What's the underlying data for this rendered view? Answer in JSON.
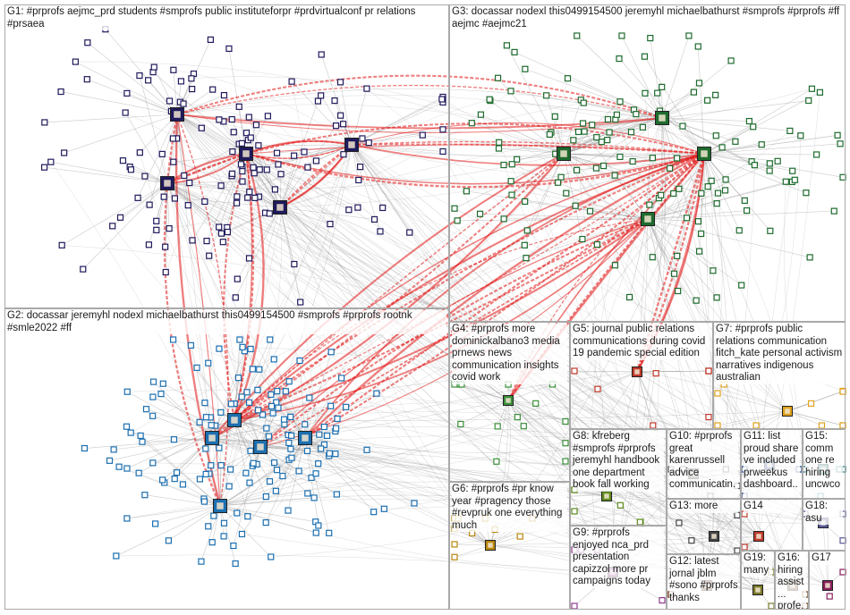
{
  "groups": [
    {
      "id": "G1",
      "label": "G1: #prprofs aejmc_prd students #smprofs public instituteforpr #prdvirtualconf pr relations #prsaea",
      "color": "#1f1a5c"
    },
    {
      "id": "G2",
      "label": "G2: docassar jeremyhl nodexl michaelbathurst this0499154500 #smprofs #prprofs rootnk #smle2022 #ff",
      "color": "#1c6fb0"
    },
    {
      "id": "G3",
      "label": "G3: docassar nodexl this0499154500 jeremyhl michaelbathurst #smprofs #prprofs #ff aejmc #aejmc21",
      "color": "#1e6b2e"
    },
    {
      "id": "G4",
      "label": "G4: #prprofs more dominickalbano3 media prnews news communication insights covid work",
      "color": "#3a8f3a"
    },
    {
      "id": "G5",
      "label": "G5: journal public relations communications during covid 19 pandemic special edition",
      "color": "#c0392b"
    },
    {
      "id": "G6",
      "label": "G6: #prprofs #pr know year #pragency those #revpruk one everything much",
      "color": "#b8860b"
    },
    {
      "id": "G7",
      "label": "G7: #prprofs public relations communication fitch_kate personal activism narratives indigenous australian",
      "color": "#e0a21b"
    },
    {
      "id": "G8",
      "label": "G8: kfreberg #smprofs #prprofs jeremyhl handbook one department book fall working",
      "color": "#5e8a1e"
    },
    {
      "id": "G9",
      "label": "G9: #prprofs enjoyed nca_prd presentation capizzol more pr campaigns today",
      "color": "#8e3a8e"
    },
    {
      "id": "G10",
      "label": "G10: #prprofs great karenrussell advice communicatin...",
      "color": "#555555"
    },
    {
      "id": "G11",
      "label": "G11: list proud share ve included prweekus dashboard...",
      "color": "#2c4f8a"
    },
    {
      "id": "G12",
      "label": "G12: latest jornal jblm #sono #prprofs thanks",
      "color": "#7a3b1b"
    },
    {
      "id": "G13",
      "label": "G13: more",
      "color": "#444444"
    },
    {
      "id": "G14",
      "label": "G14",
      "color": "#c0392b"
    },
    {
      "id": "G15",
      "label": "G15: comm one re hiring uncwco...",
      "color": "#2a7f7f"
    },
    {
      "id": "G16",
      "label": "G16: hiring assist... profe...",
      "color": "#6b4b2a"
    },
    {
      "id": "G17",
      "label": "G17",
      "color": "#8a1e5c"
    },
    {
      "id": "G18",
      "label": "G18: asu",
      "color": "#5a5a9a"
    },
    {
      "id": "G19",
      "label": "G19: many",
      "color": "#7a7a2a"
    }
  ]
}
